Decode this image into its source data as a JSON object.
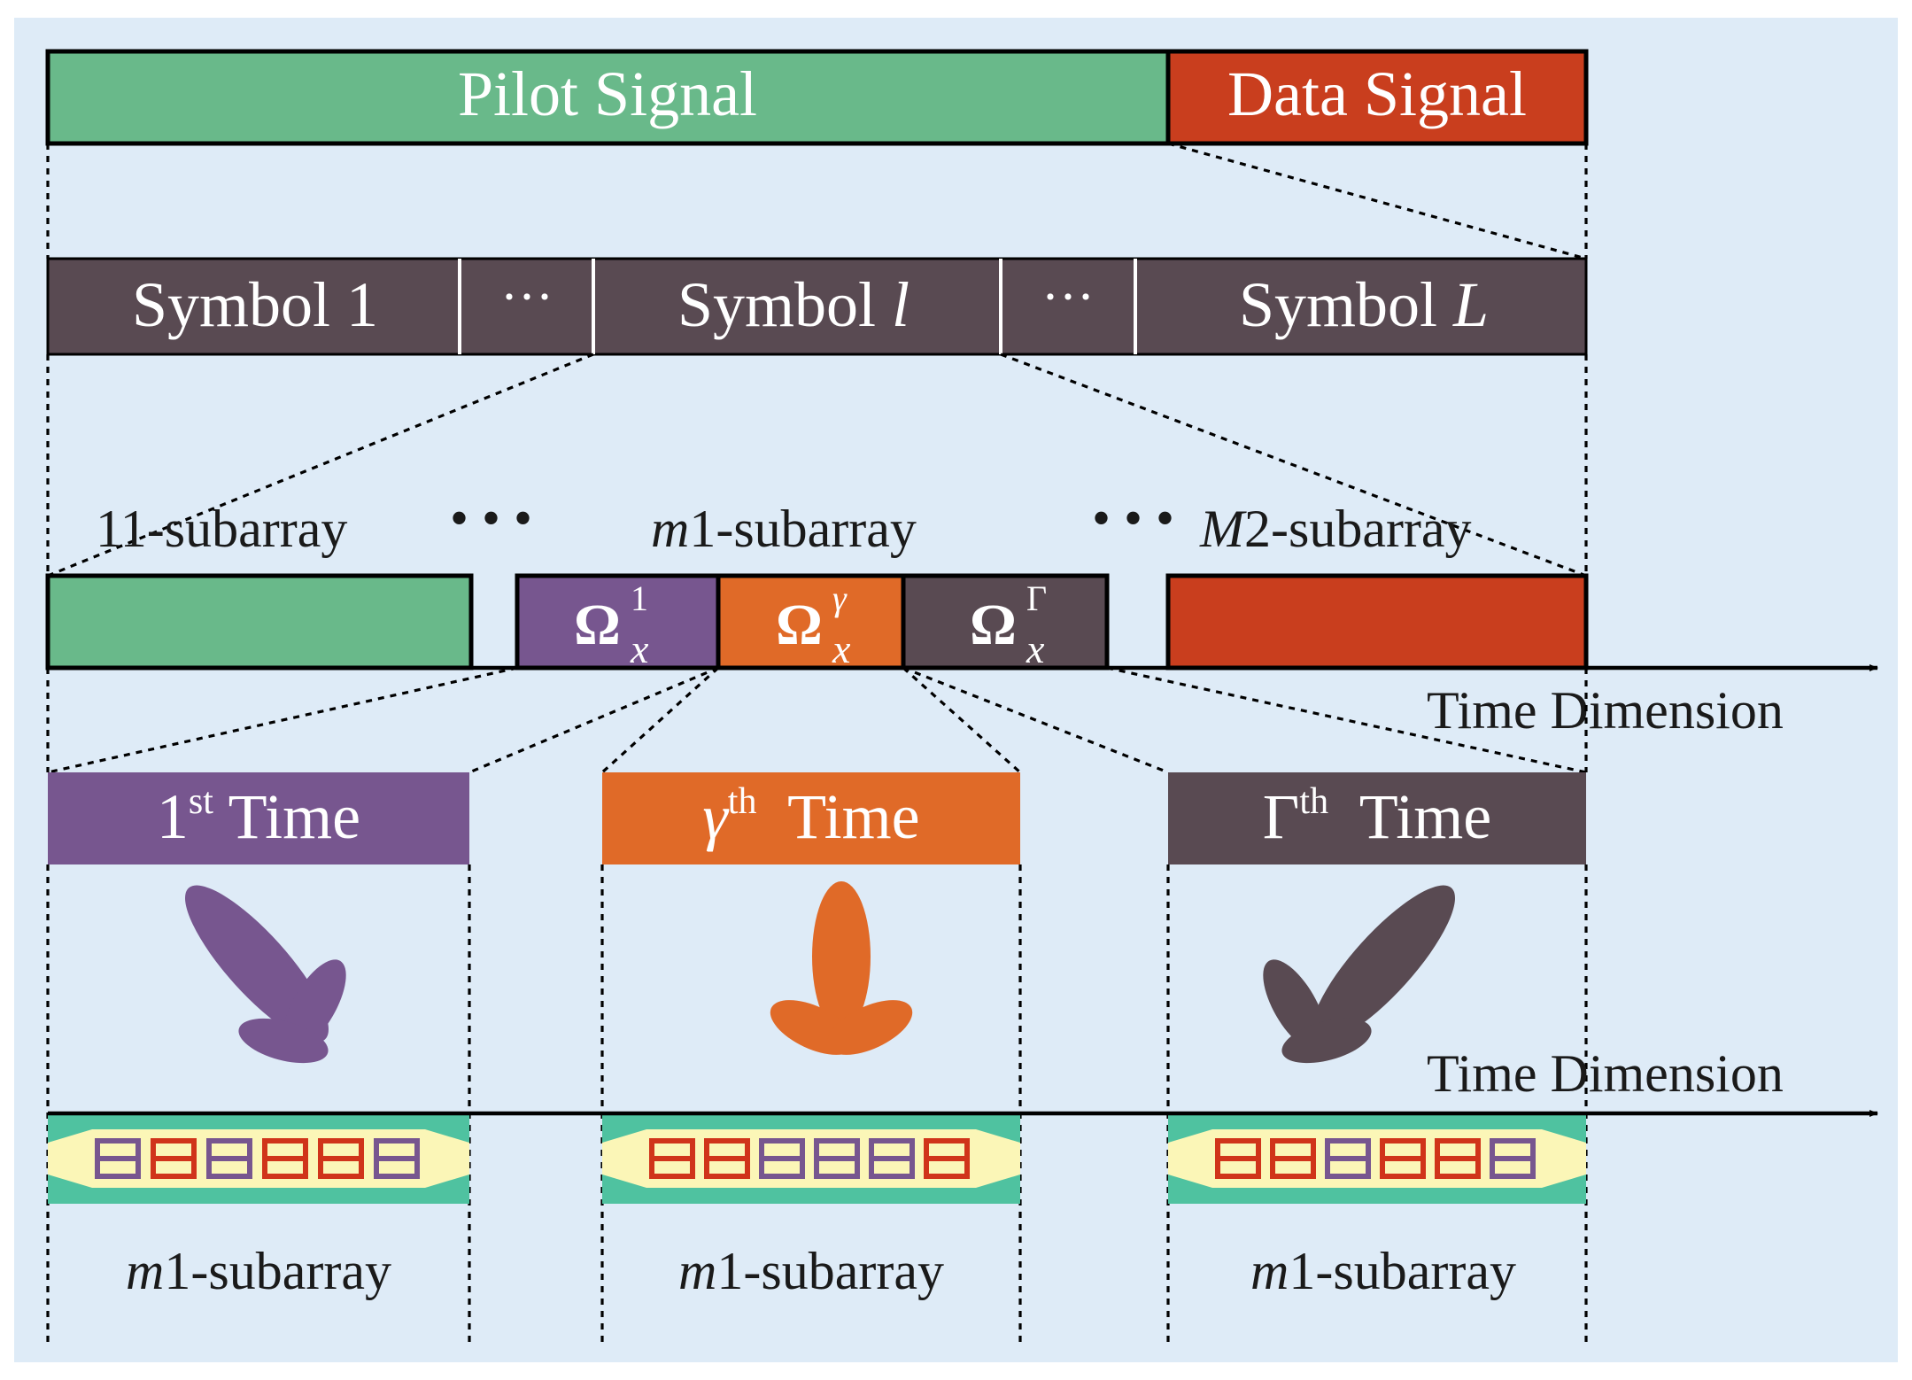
{
  "frame": {
    "pilot_label": "Pilot Signal",
    "data_label": "Data Signal"
  },
  "symbols": {
    "first": "Symbol 1",
    "dots": "···",
    "middle": {
      "main": "Symbol ",
      "var": "l"
    },
    "last": {
      "main": "Symbol ",
      "var": "L"
    }
  },
  "subarrays": {
    "first": "11-subarray",
    "dots": "• • •",
    "middle": {
      "var": "m",
      "rest": "1-subarray"
    },
    "last": {
      "var": "M",
      "rest": "2-subarray"
    },
    "omega_symbol": "Ω",
    "omega_sub": "x",
    "omega_sups": [
      "1",
      "γ",
      "Γ"
    ]
  },
  "axis_label": "Time Dimension",
  "time_slots": [
    {
      "pre": "1",
      "sup": "st",
      "post": " Time",
      "pre_italic": false,
      "color": "#77568f"
    },
    {
      "pre": "γ",
      "sup": "th",
      "post": "  Time",
      "pre_italic": true,
      "color": "#e06a28"
    },
    {
      "pre": "Γ",
      "sup": "th",
      "post": "  Time",
      "pre_italic": false,
      "color": "#594a52"
    }
  ],
  "bottom_label": {
    "var": "m",
    "rest": "1-subarray"
  },
  "colors": {
    "background": "#deebf7",
    "pilot_green": "#69b98a",
    "data_red": "#c93e1e",
    "symbol_dark": "#594a52",
    "purple": "#77568f",
    "orange": "#e06a28",
    "teal": "#4fc2a0",
    "cream": "#fbf6b7",
    "element_red": "#d0341a"
  }
}
